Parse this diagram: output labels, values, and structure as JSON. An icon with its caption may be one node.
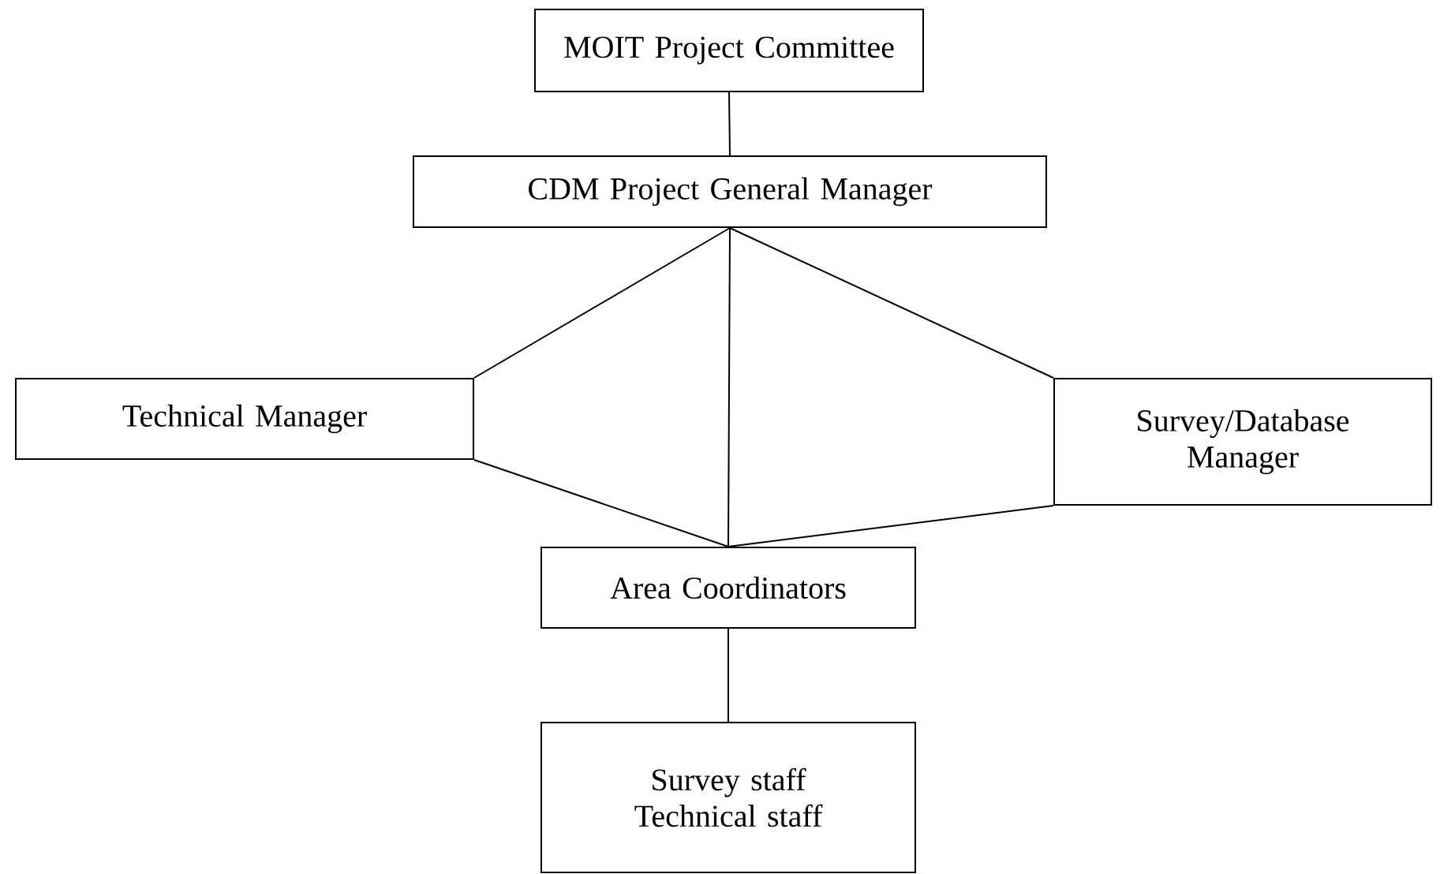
{
  "diagram": {
    "nodes": [
      {
        "text": [
          "MOIT Project Committee"
        ]
      },
      {
        "text": [
          "CDM Project General Manager"
        ]
      },
      {
        "text": [
          "Technical Manager"
        ]
      },
      {
        "text": [
          "Survey/Database Manager"
        ]
      },
      {
        "text": [
          "Area Coordinators"
        ]
      },
      {
        "text": [
          "Survey staff Technical staff"
        ]
      }
    ],
    "edges": [
      {
        "from": 0,
        "to": 1,
        "arrow": "none"
      },
      {
        "from": 1,
        "to": 2,
        "arrow": "none"
      },
      {
        "from": 1,
        "to": 4,
        "arrow": "none"
      },
      {
        "from": 1,
        "to": 3,
        "arrow": "none"
      },
      {
        "from": 2,
        "to": 4,
        "arrow": "none"
      },
      {
        "from": 3,
        "to": 4,
        "arrow": "none"
      },
      {
        "from": 4,
        "to": 5,
        "arrow": "none"
      }
    ]
  }
}
